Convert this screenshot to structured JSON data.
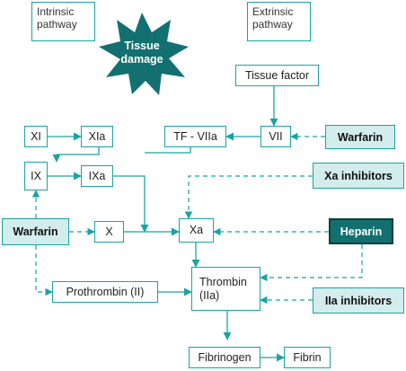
{
  "pathways": {
    "intrinsic": "Intrinsic\npathway",
    "extrinsic": "Extrinsic\npathway"
  },
  "trigger": {
    "label": "Tissue\ndamage"
  },
  "factors": {
    "tissue_factor": "Tissue factor",
    "tf_viia": "TF - VIIa",
    "vii": "VII",
    "xi": "XI",
    "xia": "XIa",
    "ix": "IX",
    "ixa": "IXa",
    "x": "X",
    "xa": "Xa",
    "prothrombin": "Prothrombin (II)",
    "thrombin": "Thrombin\n(IIa)",
    "fibrinogen": "Fibrinogen",
    "fibrin": "Fibrin"
  },
  "drugs": {
    "warfarin_vii": "Warfarin",
    "warfarin_left": "Warfarin",
    "xa_inhibitors": "Xa inhibitors",
    "heparin": "Heparin",
    "iia_inhibitors": "IIa inhibitors"
  },
  "colors": {
    "accent": "#1aa3a3",
    "drug_fill": "#d3ecec",
    "heparin_fill": "#137070",
    "star": "#137070",
    "arrow": "#1aa3a3"
  }
}
